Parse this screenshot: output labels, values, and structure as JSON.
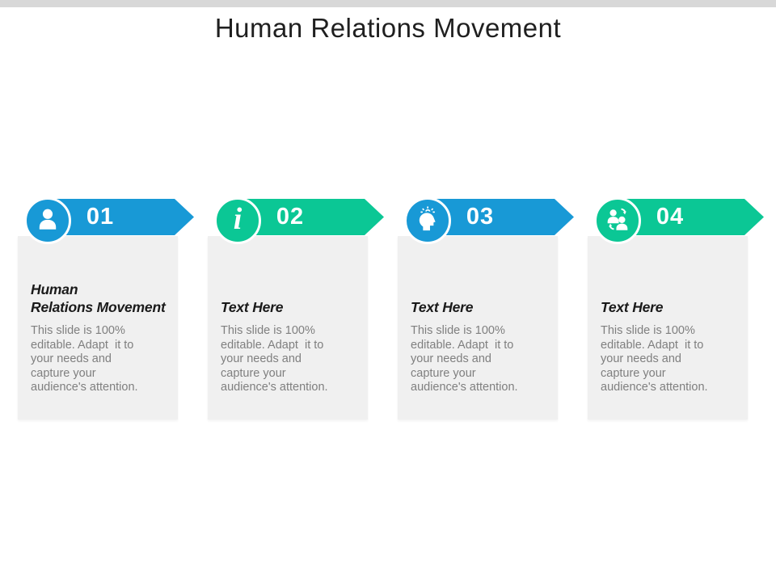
{
  "colors": {
    "blue": "#1899d6",
    "green": "#0bc795",
    "box_bg": "#f0f0f0",
    "body_text": "#7f7f7f",
    "top_strip": "#d8d8d8"
  },
  "slide": {
    "title": "Human Relations Movement"
  },
  "steps": [
    {
      "number": "01",
      "accent": "blue",
      "icon": "person-icon",
      "heading_lines": [
        "Human",
        "Relations Movement"
      ],
      "body_lines": [
        "This slide is 100%",
        "editable. Adapt  it to",
        "your needs and",
        "capture your",
        "audience's attention."
      ]
    },
    {
      "number": "02",
      "accent": "green",
      "icon": "info-icon",
      "heading_lines": [
        "Text Here"
      ],
      "body_lines": [
        "This slide is 100%",
        "editable. Adapt  it to",
        "your needs and",
        "capture your",
        "audience's attention."
      ]
    },
    {
      "number": "03",
      "accent": "blue",
      "icon": "idea-head-icon",
      "heading_lines": [
        "Text Here"
      ],
      "body_lines": [
        "This slide is 100%",
        "editable. Adapt  it to",
        "your needs and",
        "capture your",
        "audience's attention."
      ]
    },
    {
      "number": "04",
      "accent": "green",
      "icon": "people-exchange-icon",
      "heading_lines": [
        "Text Here"
      ],
      "body_lines": [
        "This slide is 100%",
        "editable. Adapt  it to",
        "your needs and",
        "capture your",
        "audience's attention."
      ]
    }
  ]
}
